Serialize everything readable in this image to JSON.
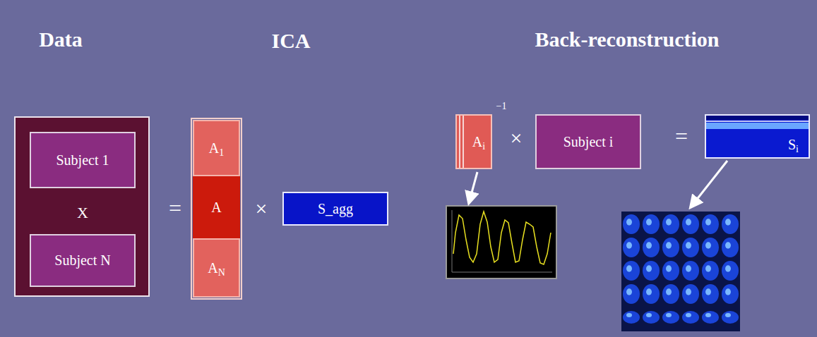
{
  "diagram": {
    "nodes": [
      {
        "text": [
          "X"
        ]
      },
      {
        "text": [
          "Subject 1"
        ],
        "in": 0
      },
      {
        "text": [
          "Subject N"
        ],
        "in": 0
      },
      {
        "text": [
          "A1"
        ]
      },
      {
        "text": [
          "A"
        ]
      },
      {
        "text": [
          "AN"
        ]
      },
      {
        "text": [
          "S_agg"
        ]
      },
      {
        "text": [
          "Ai"
        ]
      },
      {
        "text": [
          "Subject i"
        ]
      },
      {
        "text": [
          "Si"
        ]
      }
    ],
    "labels": [
      "Data",
      "ICA",
      "Back-reconstruction",
      "=",
      "×",
      "×",
      "=",
      "−1"
    ]
  }
}
